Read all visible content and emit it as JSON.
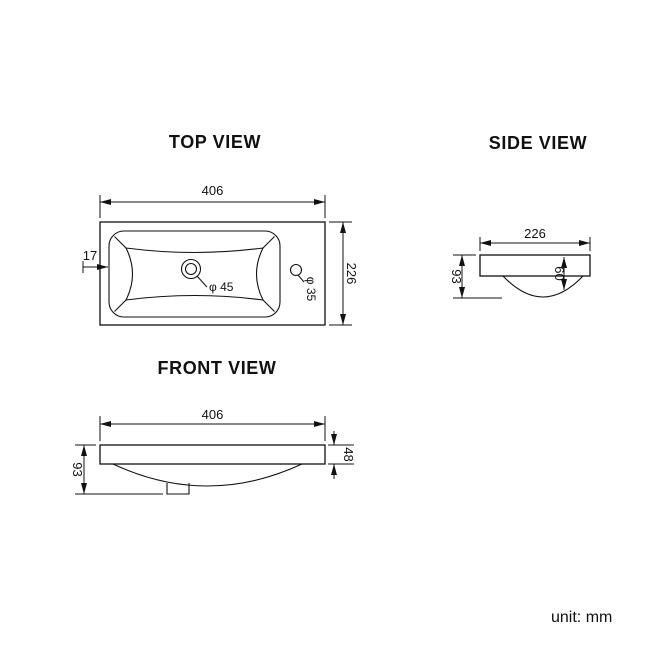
{
  "unit_label": "unit: mm",
  "views": {
    "top": {
      "title": "TOP VIEW",
      "dim_width": "406",
      "dim_depth": "226",
      "dim_offset": "17",
      "dim_faucet_hole": "φ 45",
      "dim_overflow_hole": "φ 35"
    },
    "side": {
      "title": "SIDE VIEW",
      "dim_width": "226",
      "dim_height": "93",
      "dim_bowl_depth": "60"
    },
    "front": {
      "title": "FRONT VIEW",
      "dim_width": "406",
      "dim_height": "93",
      "dim_rim_height": "48"
    }
  }
}
